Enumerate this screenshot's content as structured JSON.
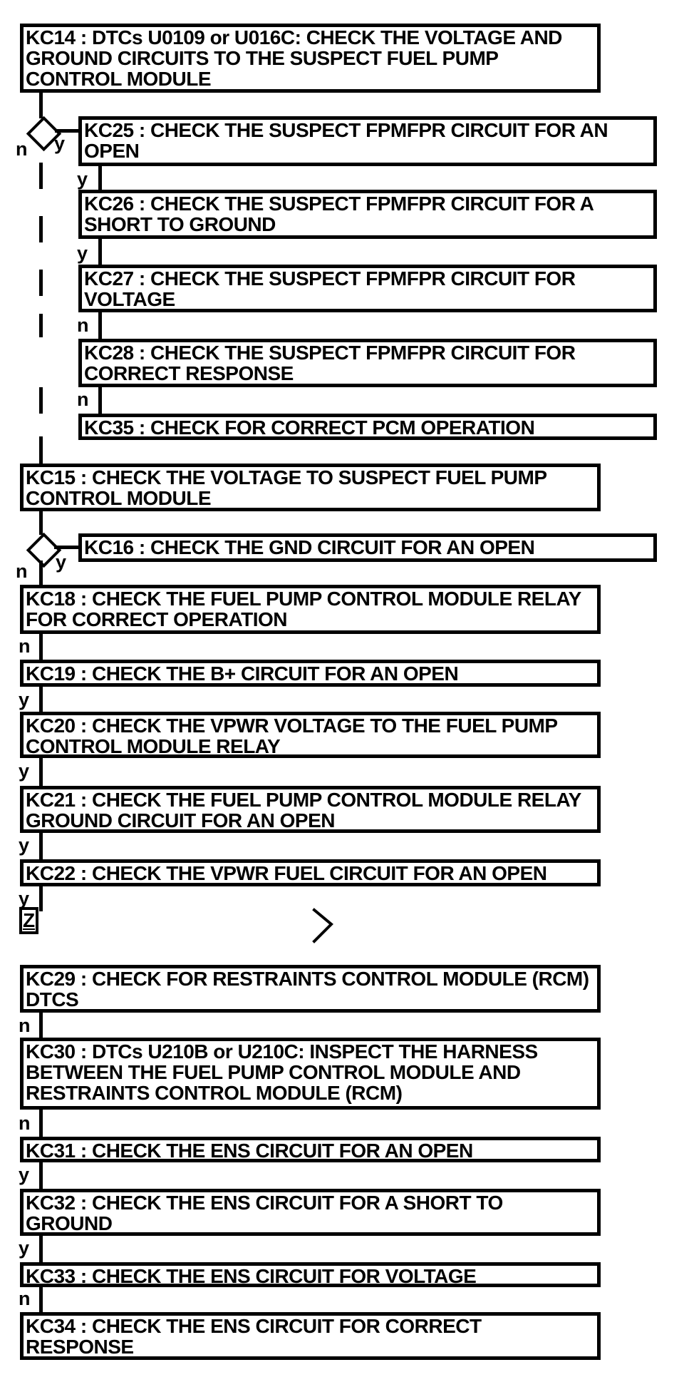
{
  "flowchart": {
    "title": "Fuel pump control module diagnostic pinpoint test flowchart",
    "labels": {
      "yes": "y",
      "no": "n"
    },
    "connector": {
      "z": "Z"
    },
    "icons": {
      "continuation_marker": "chevron-right"
    },
    "colors": {
      "line": "#000000",
      "background": "#ffffff",
      "text": "#000000"
    },
    "nodes": {
      "kc14": {
        "id": "KC14",
        "text": "KC14 : DTCs U0109 or U016C: CHECK THE VOLTAGE AND\nGROUND CIRCUITS TO THE SUSPECT FUEL PUMP\nCONTROL MODULE"
      },
      "kc25": {
        "id": "KC25",
        "text": "KC25 : CHECK THE SUSPECT FPMFPR CIRCUIT FOR AN\nOPEN"
      },
      "kc26": {
        "id": "KC26",
        "text": "KC26 : CHECK THE SUSPECT FPMFPR CIRCUIT FOR A\nSHORT TO GROUND"
      },
      "kc27": {
        "id": "KC27",
        "text": "KC27 : CHECK THE SUSPECT FPMFPR CIRCUIT FOR\nVOLTAGE"
      },
      "kc28": {
        "id": "KC28",
        "text": "KC28 : CHECK THE SUSPECT FPMFPR CIRCUIT FOR\nCORRECT RESPONSE"
      },
      "kc35": {
        "id": "KC35",
        "text": "KC35 : CHECK FOR CORRECT PCM OPERATION"
      },
      "kc15": {
        "id": "KC15",
        "text": "KC15 : CHECK THE VOLTAGE TO SUSPECT FUEL PUMP\nCONTROL MODULE"
      },
      "kc16": {
        "id": "KC16",
        "text": "KC16 : CHECK THE GND CIRCUIT FOR AN OPEN"
      },
      "kc18": {
        "id": "KC18",
        "text": "KC18 : CHECK THE FUEL PUMP CONTROL MODULE RELAY\nFOR CORRECT OPERATION"
      },
      "kc19": {
        "id": "KC19",
        "text": "KC19 : CHECK THE B+ CIRCUIT FOR AN OPEN"
      },
      "kc20": {
        "id": "KC20",
        "text": "KC20 : CHECK THE VPWR VOLTAGE TO THE FUEL PUMP\nCONTROL MODULE RELAY"
      },
      "kc21": {
        "id": "KC21",
        "text": "KC21 : CHECK THE FUEL PUMP CONTROL MODULE RELAY\nGROUND CIRCUIT FOR AN OPEN"
      },
      "kc22": {
        "id": "KC22",
        "text": "KC22 : CHECK THE VPWR FUEL CIRCUIT FOR AN OPEN"
      },
      "kc29": {
        "id": "KC29",
        "text": "KC29 : CHECK FOR RESTRAINTS CONTROL MODULE (RCM)\nDTCS"
      },
      "kc30": {
        "id": "KC30",
        "text": "KC30 : DTCs U210B or U210C: INSPECT THE HARNESS\nBETWEEN THE FUEL PUMP CONTROL MODULE AND\nRESTRAINTS CONTROL MODULE (RCM)"
      },
      "kc31": {
        "id": "KC31",
        "text": "KC31 : CHECK THE ENS CIRCUIT FOR AN OPEN"
      },
      "kc32": {
        "id": "KC32",
        "text": "KC32 : CHECK THE ENS CIRCUIT FOR A SHORT TO\nGROUND"
      },
      "kc33": {
        "id": "KC33",
        "text": "KC33 : CHECK THE ENS CIRCUIT FOR VOLTAGE"
      },
      "kc34": {
        "id": "KC34",
        "text": "KC34 : CHECK THE ENS CIRCUIT FOR CORRECT\nRESPONSE"
      }
    }
  }
}
